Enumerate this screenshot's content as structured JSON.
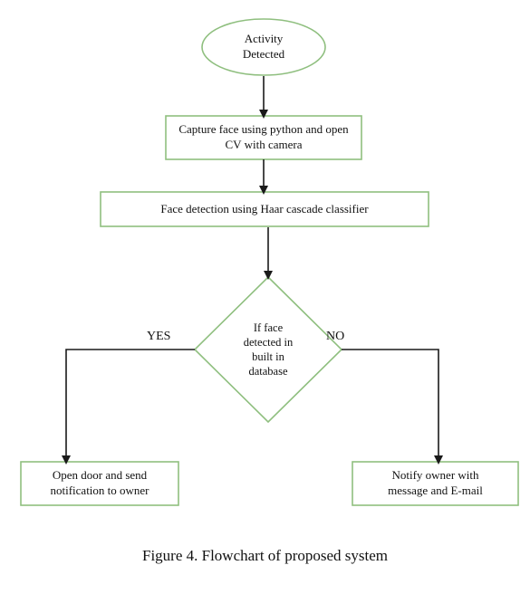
{
  "colors": {
    "node_border": "#8fbf7f",
    "arrow": "#1a1a1a",
    "text": "#111111"
  },
  "nodes": {
    "start": "Activity\nDetected",
    "capture": "Capture face using python and open\nCV with camera",
    "detect": "Face detection using Haar cascade classifier",
    "decision": "If face\ndetected in\nbuilt in\ndatabase",
    "open_door": "Open door and send\nnotification to owner",
    "notify": "Notify owner with\nmessage and E-mail"
  },
  "edges": {
    "yes_label": "YES",
    "no_label": "NO"
  },
  "caption": "Figure 4. Flowchart of proposed system"
}
